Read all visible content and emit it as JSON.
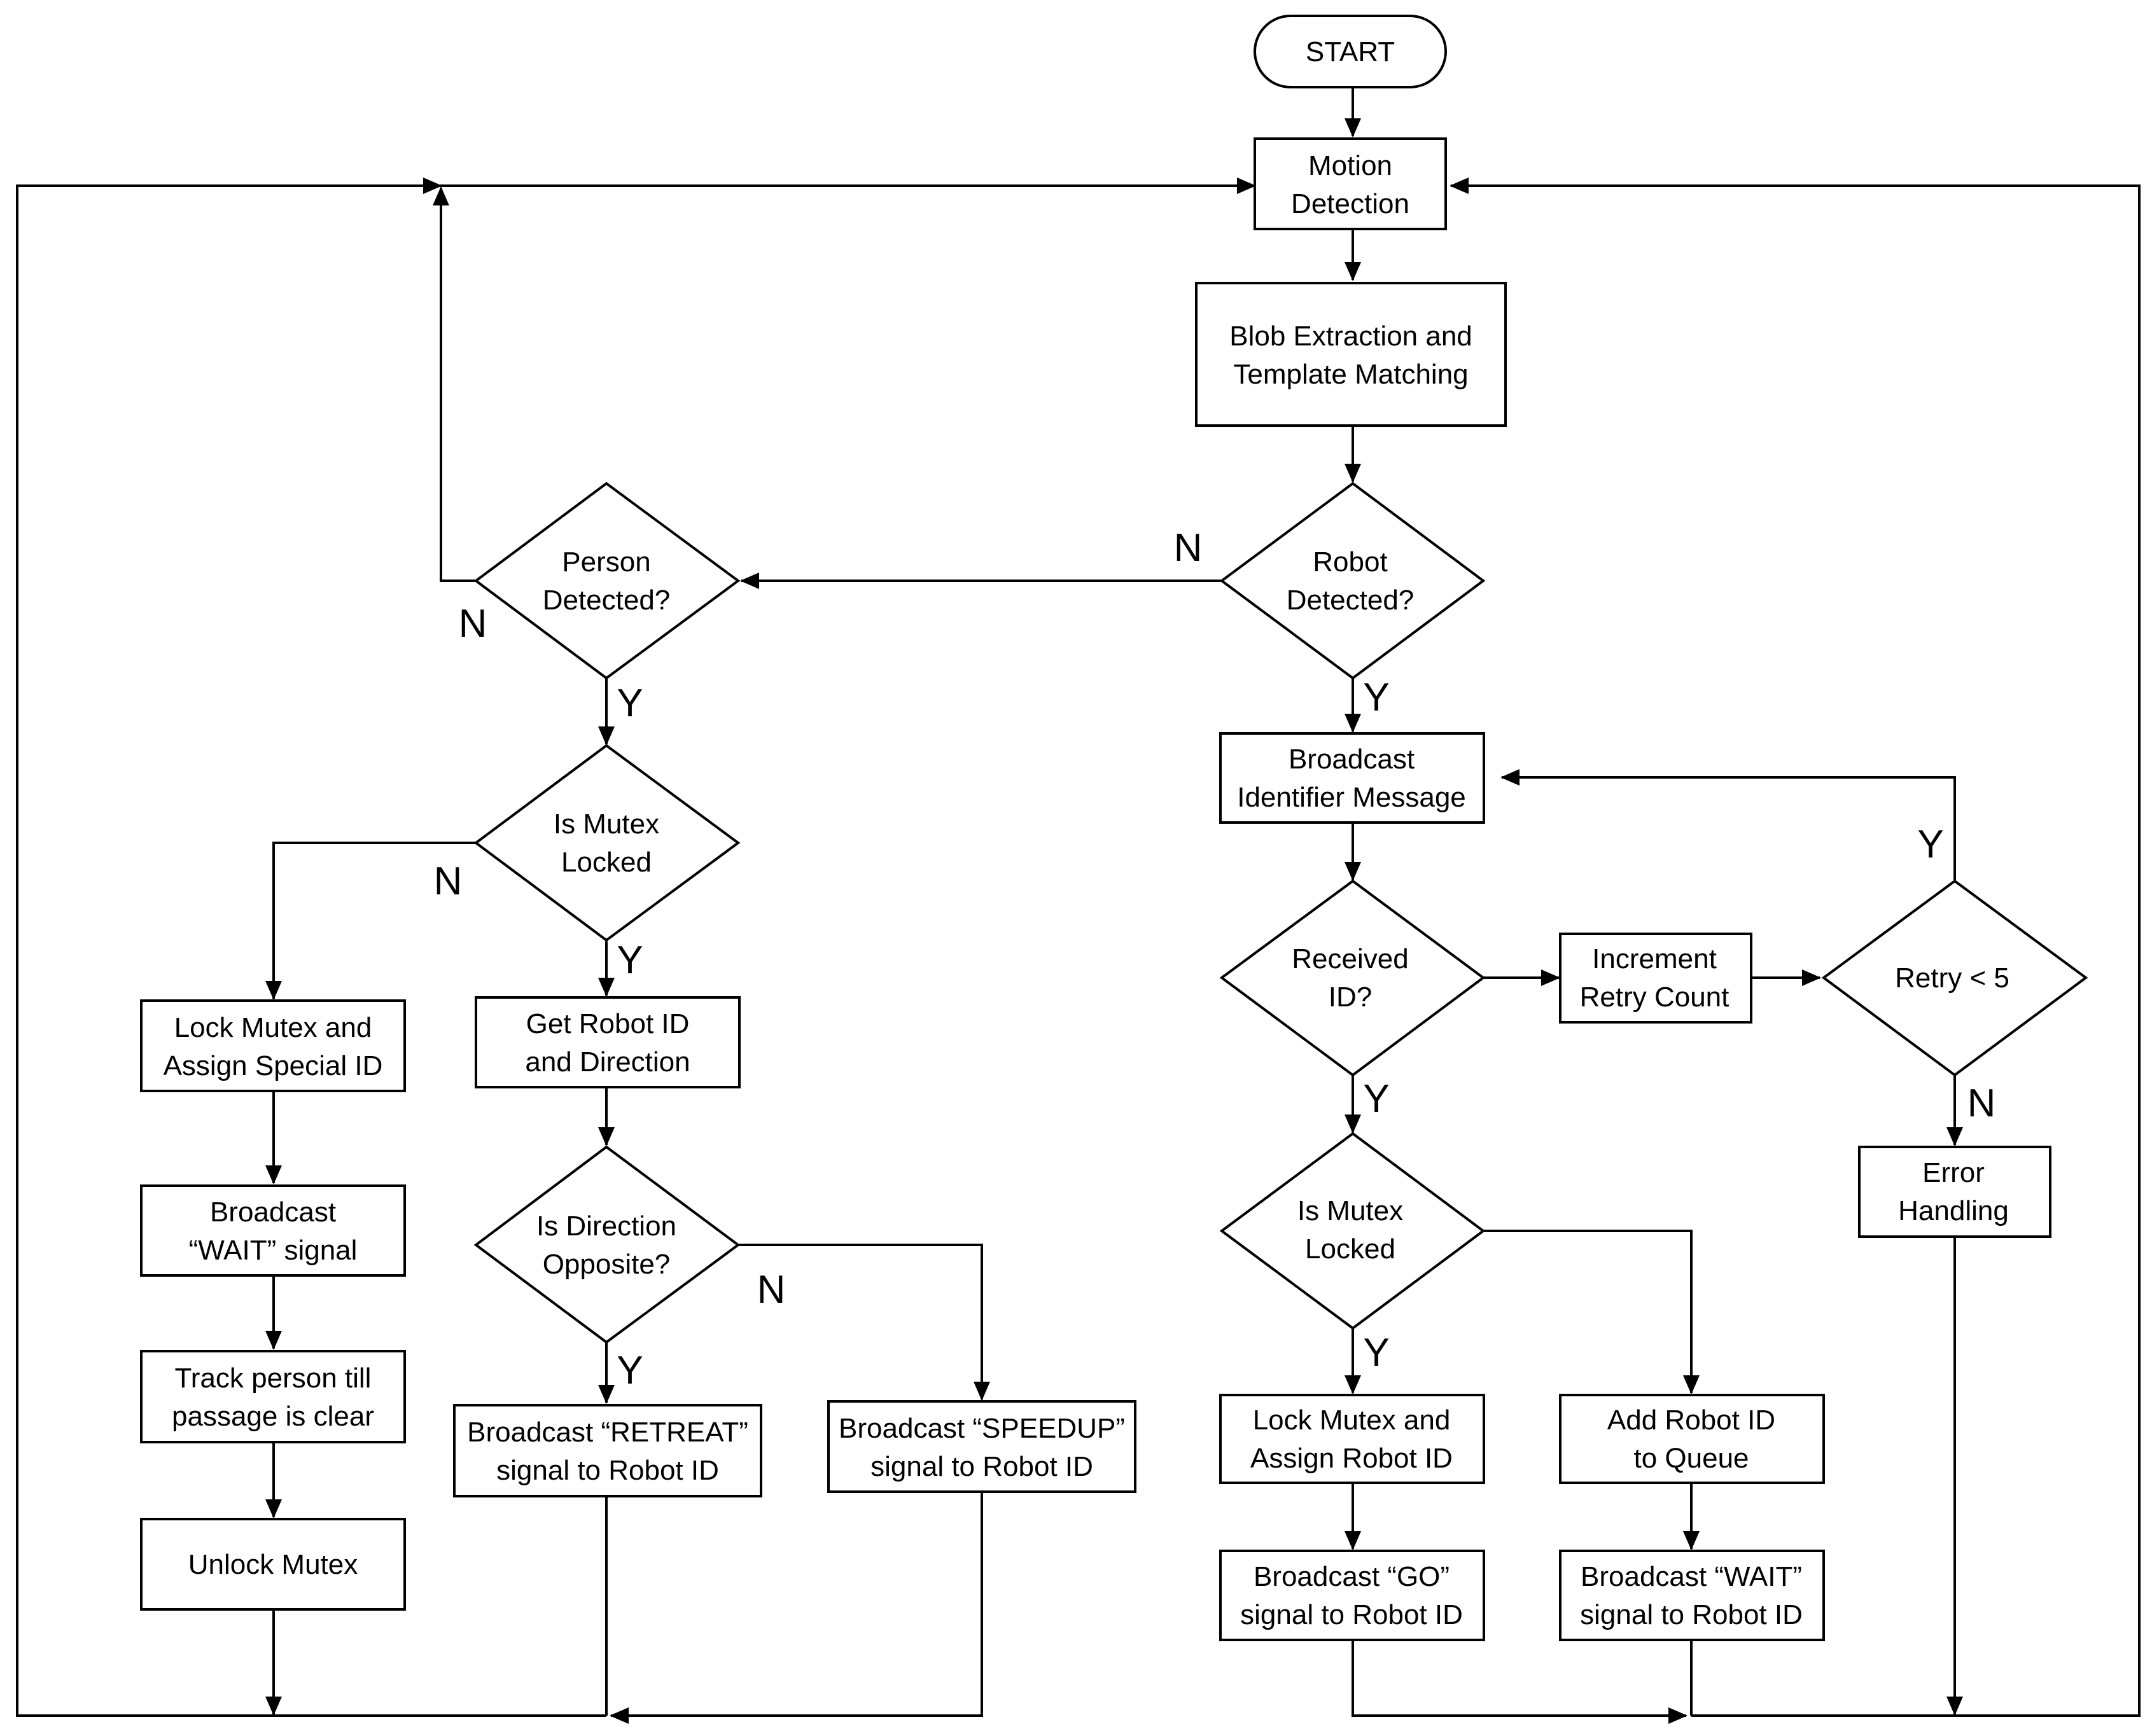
{
  "nodes": {
    "start": [
      "START"
    ],
    "motion": [
      "Motion",
      "Detection"
    ],
    "blob": [
      "Blob Extraction and",
      "Template Matching"
    ],
    "robot_det": [
      "Robot",
      "Detected?"
    ],
    "person_det": [
      "Person",
      "Detected?"
    ],
    "mutex_left": [
      "Is Mutex",
      "Locked"
    ],
    "lock_special": [
      "Lock Mutex and",
      "Assign Special ID"
    ],
    "bcast_wait_left": [
      "Broadcast",
      "“WAIT” signal"
    ],
    "track": [
      "Track person till",
      "passage is clear"
    ],
    "unlock": [
      "Unlock Mutex"
    ],
    "get_robot": [
      "Get Robot ID",
      "and Direction"
    ],
    "dir_opp": [
      "Is Direction",
      "Opposite?"
    ],
    "retreat": [
      "Broadcast “RETREAT”",
      "signal to Robot ID"
    ],
    "speedup": [
      "Broadcast “SPEEDUP”",
      "signal to Robot ID"
    ],
    "bcast_ident": [
      "Broadcast",
      "Identifier Message"
    ],
    "recv_id": [
      "Received",
      "ID?"
    ],
    "inc_retry": [
      "Increment",
      "Retry Count"
    ],
    "retry": [
      "Retry < 5"
    ],
    "error": [
      "Error",
      "Handling"
    ],
    "mutex_right": [
      "Is Mutex",
      "Locked"
    ],
    "lock_robot": [
      "Lock Mutex and",
      "Assign Robot ID"
    ],
    "add_queue": [
      "Add Robot ID",
      "to Queue"
    ],
    "go": [
      "Broadcast “GO”",
      "signal to Robot ID"
    ],
    "wait_right": [
      "Broadcast “WAIT”",
      "signal to Robot ID"
    ]
  },
  "edge_labels": {
    "robot_no": "N",
    "robot_yes": "Y",
    "person_no": "N",
    "person_yes": "Y",
    "mutex_left_no": "N",
    "mutex_left_yes": "Y",
    "dir_no": "N",
    "dir_yes": "Y",
    "recv_yes": "Y",
    "retry_yes": "Y",
    "retry_no": "N",
    "mutex_right_yes": "Y"
  }
}
